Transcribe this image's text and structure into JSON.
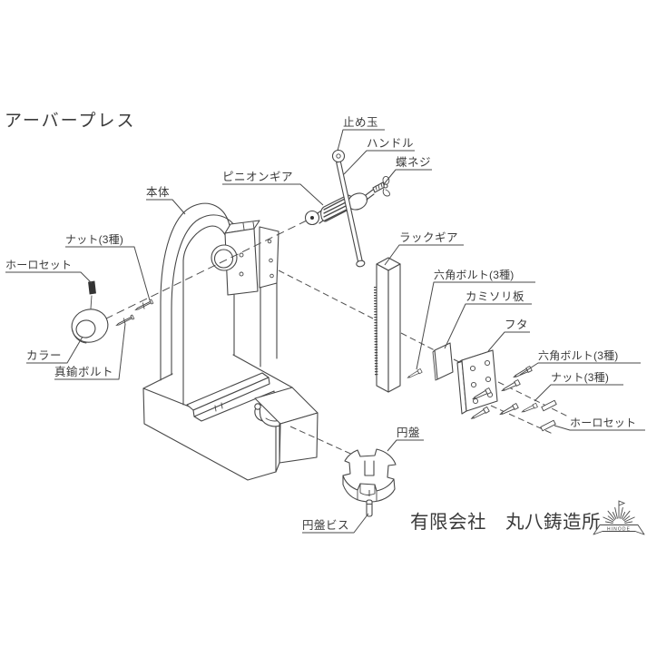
{
  "page": {
    "background": "#ffffff",
    "line_color": "#474747",
    "text_color": "#3a3a3a"
  },
  "title": "アーバープレス",
  "labels": {
    "stop_ball": "止め玉",
    "handle": "ハンドル",
    "wing_screw": "蝶ネジ",
    "pinion_gear": "ピニオンギア",
    "body": "本体",
    "nut_left": "ナット(3種)",
    "set_screw_left": "ホーロセット",
    "collar": "カラー",
    "brass_bolt": "真鍮ボルト",
    "rack_gear": "ラックギア",
    "hex_bolt_mid": "六角ボルト(3種)",
    "razor_plate": "カミソリ板",
    "lid": "フタ",
    "hex_bolt_right": "六角ボルト(3種)",
    "nut_right": "ナット(3種)",
    "set_screw_right": "ホーロセット",
    "disc": "円盤",
    "disc_screw": "円盤ビス"
  },
  "footer": {
    "company": "有限会社　丸八鋳造所",
    "logo_text": "HINODE"
  }
}
